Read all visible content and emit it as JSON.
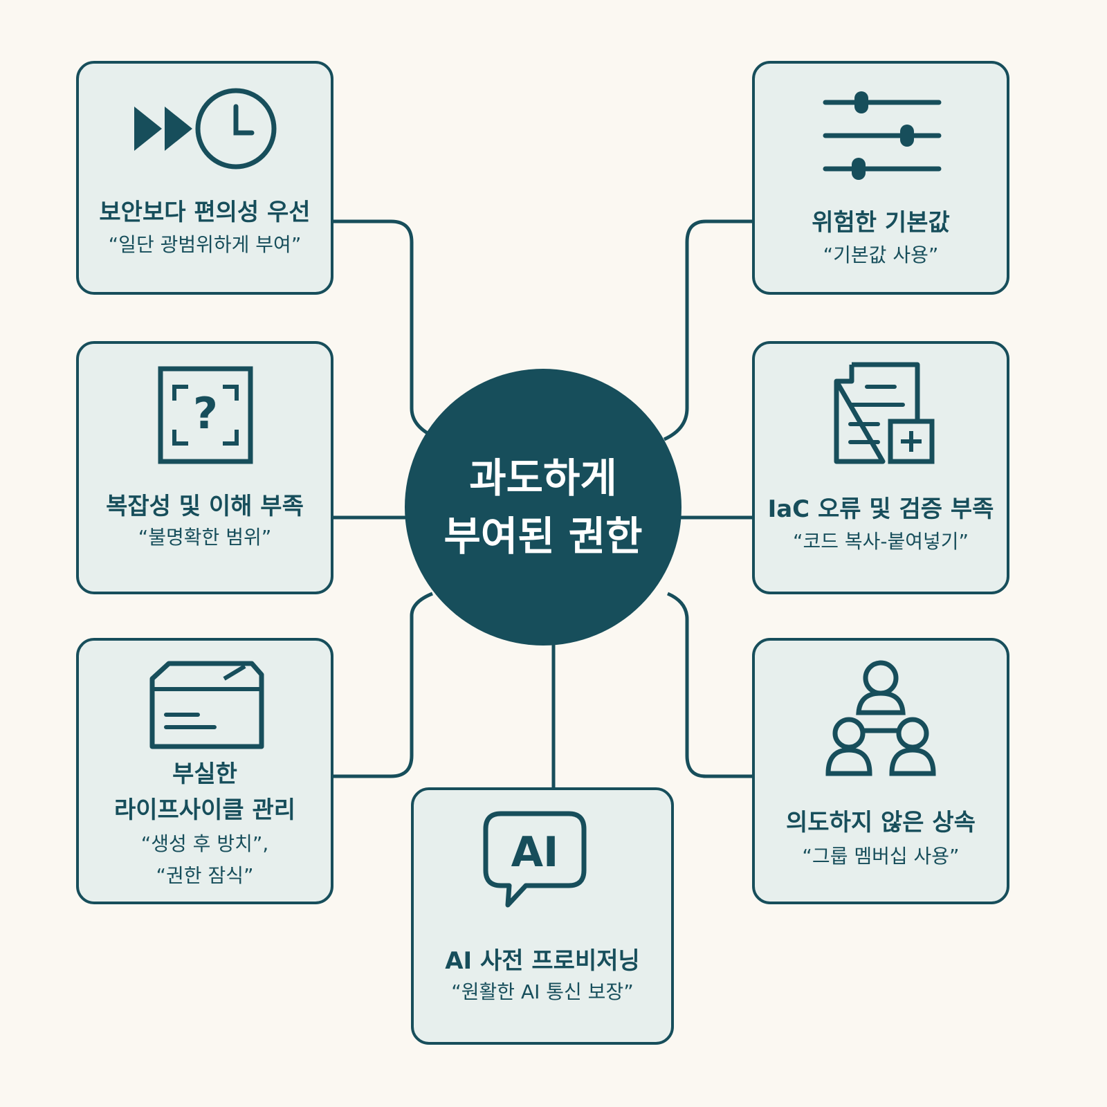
{
  "center": {
    "line1": "과도하게",
    "line2": "부여된 권한"
  },
  "nodes": {
    "convenience": {
      "title": "보안보다 편의성 우선",
      "quote": "“일단 광범위하게 부여”",
      "icon": "fast-forward-clock-icon"
    },
    "complexity": {
      "title": "복잡성 및 이해 부족",
      "quote": "“불명확한 범위”",
      "icon": "question-frame-icon"
    },
    "lifecycle": {
      "title1": "부실한",
      "title2": "라이프사이클 관리",
      "quote1": "“생성 후 방치”,",
      "quote2": "“권한 잠식”",
      "icon": "folder-icon"
    },
    "defaults": {
      "title": "위험한 기본값",
      "quote": "“기본값 사용”",
      "icon": "sliders-icon"
    },
    "iac": {
      "title": "IaC 오류 및 검증 부족",
      "quote": "“코드 복사-붙여넣기”",
      "icon": "document-add-icon"
    },
    "inheritance": {
      "title": "의도하지 않은 상속",
      "quote": "“그룹 멤버십 사용”",
      "icon": "group-hierarchy-icon"
    },
    "ai": {
      "title": "AI 사전 프로비저닝",
      "quote": "“원활한 AI 통신 보장”",
      "icon": "ai-chat-icon",
      "icon_text": "AI"
    }
  },
  "colors": {
    "primary": "#174e5b",
    "box": "#e7efed",
    "background": "#fbf8f2"
  }
}
